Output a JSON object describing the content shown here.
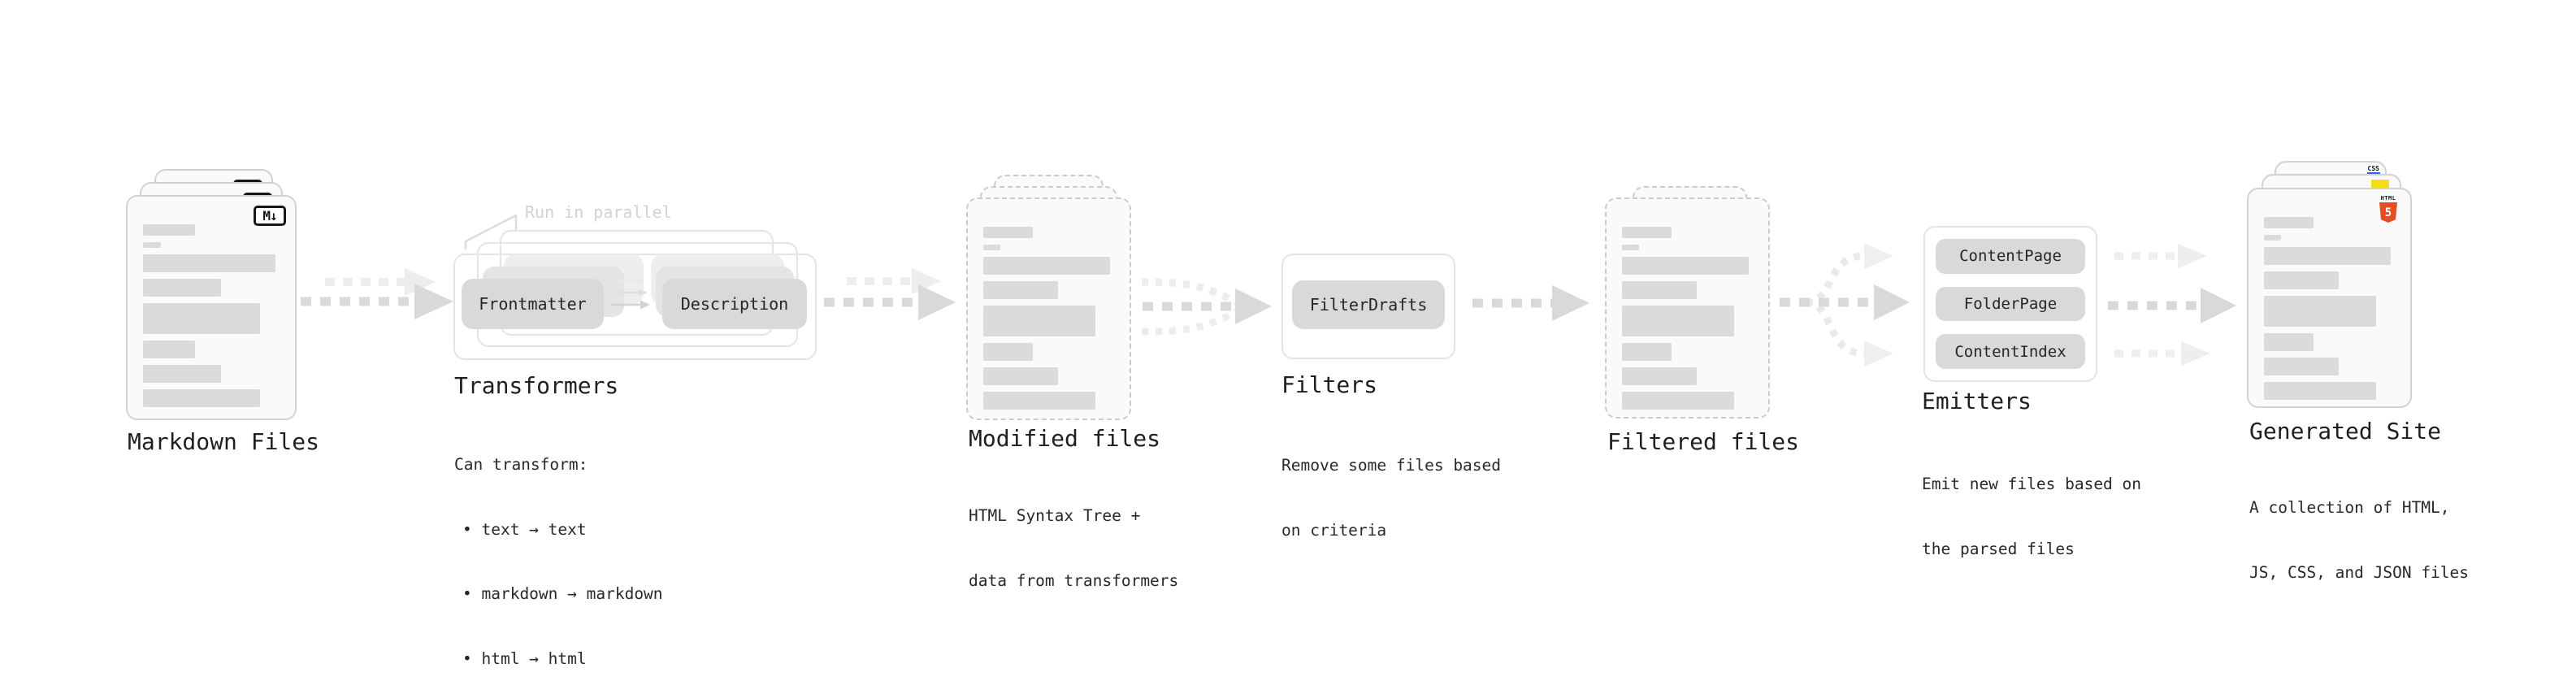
{
  "colors": {
    "text": "#1f1f1f",
    "annotation": "#d2d2d2",
    "card_bg": "#fafafa",
    "card_border": "#d2d2d2",
    "dashed_border": "#cbcbcb",
    "frame_border": "#e4e4e4",
    "chip_bg": "#d9d9d9",
    "bar": "#dbdbdb",
    "arrow": "#d9d9d9",
    "arrow_faint": "#ededed",
    "html5_orange": "#e44d26",
    "js_yellow": "#f5de19",
    "css_blue": "#2965f1"
  },
  "stages": {
    "markdown_files": {
      "label": "Markdown Files",
      "file_icon": "M↓"
    },
    "transformers": {
      "annotation": "Run in parallel",
      "chips": [
        "Frontmatter",
        "Description"
      ],
      "label": "Transformers",
      "caption_title": "Can transform:",
      "caption_bullets": [
        "• text → text",
        "• markdown → markdown",
        "• html → html"
      ]
    },
    "modified_files": {
      "label": "Modified files",
      "caption_lines": [
        "HTML Syntax Tree +",
        "data from transformers"
      ]
    },
    "filters": {
      "chips": [
        "FilterDrafts"
      ],
      "label": "Filters",
      "caption_lines": [
        "Remove some files based",
        "on criteria"
      ]
    },
    "filtered_files": {
      "label": "Filtered files"
    },
    "emitters": {
      "chips": [
        "ContentPage",
        "FolderPage",
        "ContentIndex"
      ],
      "label": "Emitters",
      "caption_lines": [
        "Emit new files based on",
        "the parsed files"
      ]
    },
    "generated_site": {
      "label": "Generated Site",
      "caption_lines": [
        "A collection of HTML,",
        "JS, CSS, and JSON files"
      ],
      "badges": {
        "css_label": "CSS",
        "html_label": "HTML",
        "html_number": "5"
      }
    }
  }
}
